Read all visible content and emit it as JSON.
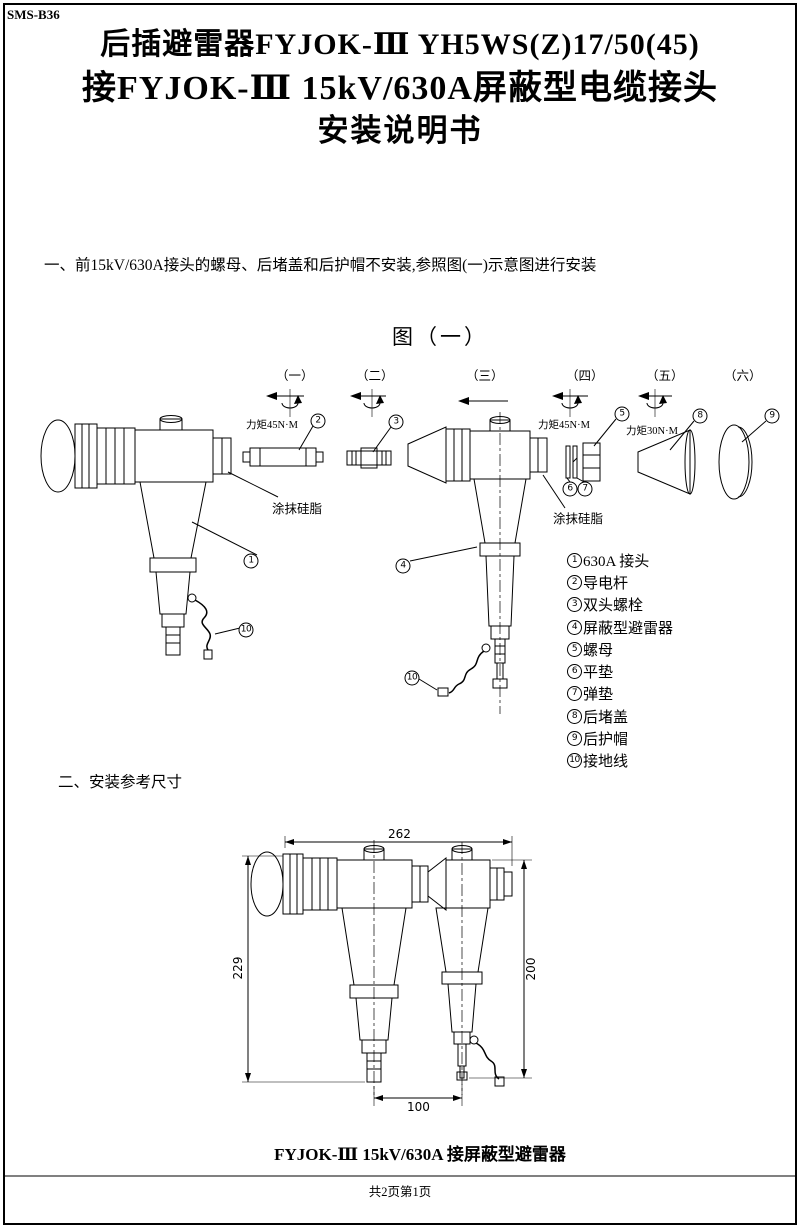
{
  "page": {
    "code": "SMS-B36",
    "title_line1": "后插避雷器FYJOK-Ⅲ YH5WS(Z)17/50(45)",
    "title_line2": "接FYJOK-Ⅲ 15kV/630A屏蔽型电缆接头",
    "title_line3": "安装说明书",
    "footer": "共2页第1页"
  },
  "section1": {
    "heading": "一、前15kV/630A接头的螺母、后堵盖和后护帽不安装,参照图(一)示意图进行安装",
    "figure_title": "图（一）"
  },
  "figure1": {
    "step_labels": [
      "（一）",
      "（二）",
      "（三）",
      "（四）",
      "（五）",
      "（六）"
    ],
    "torque_45_1": "力矩45N·M",
    "torque_45_2": "力矩45N·M",
    "torque_30": "力矩30N·M",
    "grease_left": "涂抹硅脂",
    "grease_right": "涂抹硅脂"
  },
  "parts_list": {
    "items": [
      {
        "num": "1",
        "label": "630A 接头"
      },
      {
        "num": "2",
        "label": "导电杆"
      },
      {
        "num": "3",
        "label": "双头螺栓"
      },
      {
        "num": "4",
        "label": "屏蔽型避雷器"
      },
      {
        "num": "5",
        "label": "螺母"
      },
      {
        "num": "6",
        "label": "平垫"
      },
      {
        "num": "7",
        "label": "弹垫"
      },
      {
        "num": "8",
        "label": "后堵盖"
      },
      {
        "num": "9",
        "label": "后护帽"
      },
      {
        "num": "10",
        "label": "接地线"
      }
    ]
  },
  "section2": {
    "heading": "二、安装参考尺寸",
    "caption": "FYJOK-Ⅲ 15kV/630A 接屏蔽型避雷器",
    "dim_width": "262",
    "dim_height_left": "229",
    "dim_height_right": "200",
    "dim_spacing": "100"
  }
}
